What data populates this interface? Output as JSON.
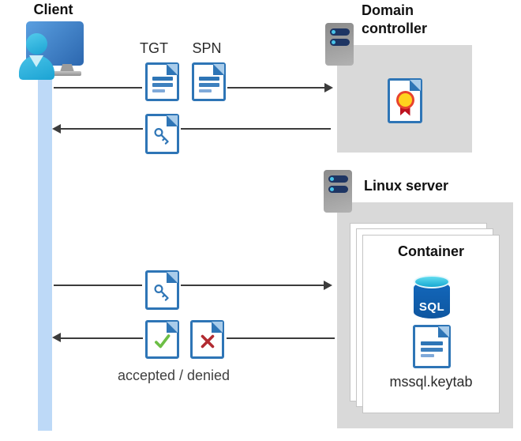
{
  "diagram": {
    "client": {
      "label": "Client"
    },
    "domain_controller": {
      "label": "Domain controller"
    },
    "linux_server": {
      "label": "Linux server"
    },
    "container": {
      "title": "Container",
      "sql_badge": "SQL",
      "keytab_label": "mssql.keytab"
    },
    "messages": {
      "tgt": "TGT",
      "spn": "SPN",
      "result": "accepted / denied"
    },
    "colors": {
      "doc_blue": "#2E75B6",
      "client_cyan": "#29B6D8",
      "accepted_green": "#6CBE45",
      "denied_red": "#B22B31",
      "box_gray": "#D9D9D9",
      "arrow_gray": "#3C3C3C",
      "lifeline_blue": "#BDD9F7",
      "sql_blue": "#1368BC",
      "certificate_yellow": "#FFD21E",
      "certificate_red": "#BE1320"
    }
  }
}
